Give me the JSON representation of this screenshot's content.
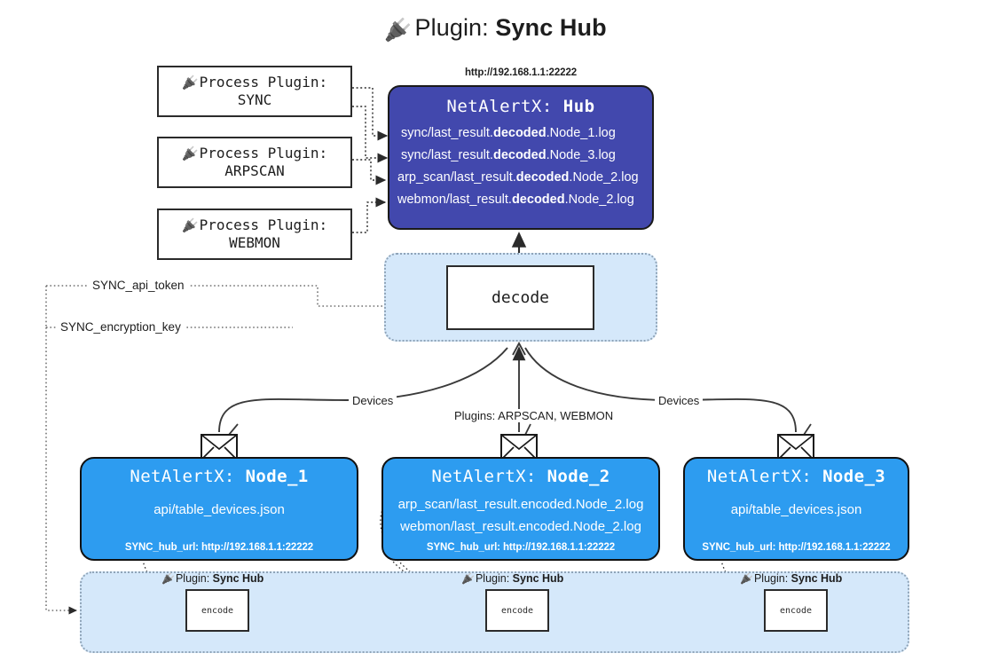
{
  "title": {
    "icon": "plug-icon",
    "prefix": "Plugin:",
    "name": "Sync Hub"
  },
  "process_plugins": [
    {
      "icon": "plug-icon",
      "line1": "Process Plugin:",
      "line2": "SYNC"
    },
    {
      "icon": "plug-icon",
      "line1": "Process Plugin:",
      "line2": "ARPSCAN"
    },
    {
      "icon": "plug-icon",
      "line1": "Process Plugin:",
      "line2": "WEBMON"
    }
  ],
  "hub": {
    "url": "http://192.168.1.1:22222",
    "title_prefix": "NetAlertX:",
    "title_name": "Hub",
    "logs": [
      {
        "pre": "sync/last_result.",
        "em": "decoded",
        "post": ".Node_1.log"
      },
      {
        "pre": "sync/last_result.",
        "em": "decoded",
        "post": ".Node_3.log"
      },
      {
        "pre": "arp_scan/last_result.",
        "em": "decoded",
        "post": ".Node_2.log"
      },
      {
        "pre": "webmon/last_result.",
        "em": "decoded",
        "post": ".Node_2.log"
      }
    ]
  },
  "decode": {
    "label": "decode"
  },
  "secrets": [
    {
      "label": "SYNC_api_token"
    },
    {
      "label": "SYNC_encryption_key"
    }
  ],
  "edge_labels": {
    "devices_left": "Devices",
    "devices_right": "Devices",
    "plugins_center": "Plugins: ARPSCAN, WEBMON"
  },
  "nodes": [
    {
      "title_prefix": "NetAlertX:",
      "title_name": "Node_1",
      "lines": [
        "api/table_devices.json"
      ],
      "footer": "SYNC_hub_url: http://192.168.1.1:22222",
      "icon": "envelope-icon"
    },
    {
      "title_prefix": "NetAlertX:",
      "title_name": "Node_2",
      "lines": [
        "arp_scan/last_result.encoded.Node_2.log",
        "webmon/last_result.encoded.Node_2.log"
      ],
      "footer": "SYNC_hub_url: http://192.168.1.1:22222",
      "icon": "envelope-icon"
    },
    {
      "title_prefix": "NetAlertX:",
      "title_name": "Node_3",
      "lines": [
        "api/table_devices.json"
      ],
      "footer": "SYNC_hub_url: http://192.168.1.1:22222",
      "icon": "envelope-icon"
    }
  ],
  "encoders": [
    {
      "plugin_prefix": "Plugin:",
      "plugin_name": "Sync Hub",
      "label": "encode",
      "icon": "plug-icon"
    },
    {
      "plugin_prefix": "Plugin:",
      "plugin_name": "Sync Hub",
      "label": "encode",
      "icon": "plug-icon"
    },
    {
      "plugin_prefix": "Plugin:",
      "plugin_name": "Sync Hub",
      "label": "encode",
      "icon": "plug-icon"
    }
  ],
  "colors": {
    "hub_fill": "#4248ad",
    "node_fill": "#2d9cf0",
    "container_fill": "#d5e8fa",
    "stroke": "#2b2b2b"
  }
}
